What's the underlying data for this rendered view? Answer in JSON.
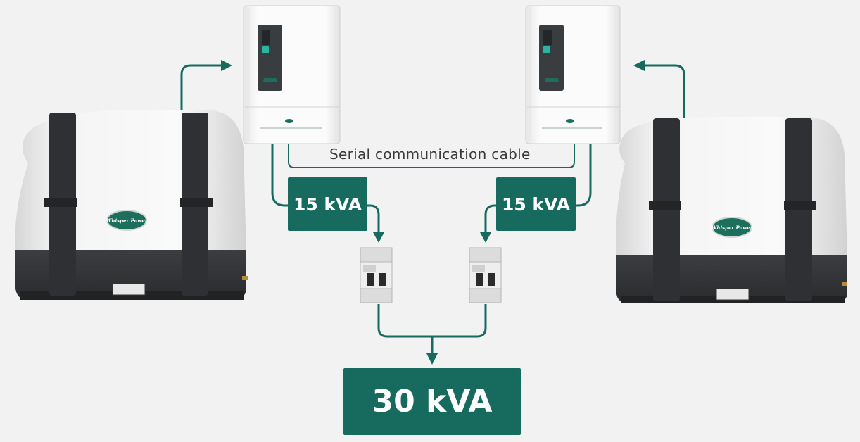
{
  "diagram": {
    "cable_label": "Serial communication cable",
    "left_output": "15 kVA",
    "right_output": "15 kVA",
    "total_output": "30 kVA"
  },
  "colors": {
    "accent": "#176a5e",
    "line": "#176a5e",
    "background": "#f2f2f2"
  }
}
